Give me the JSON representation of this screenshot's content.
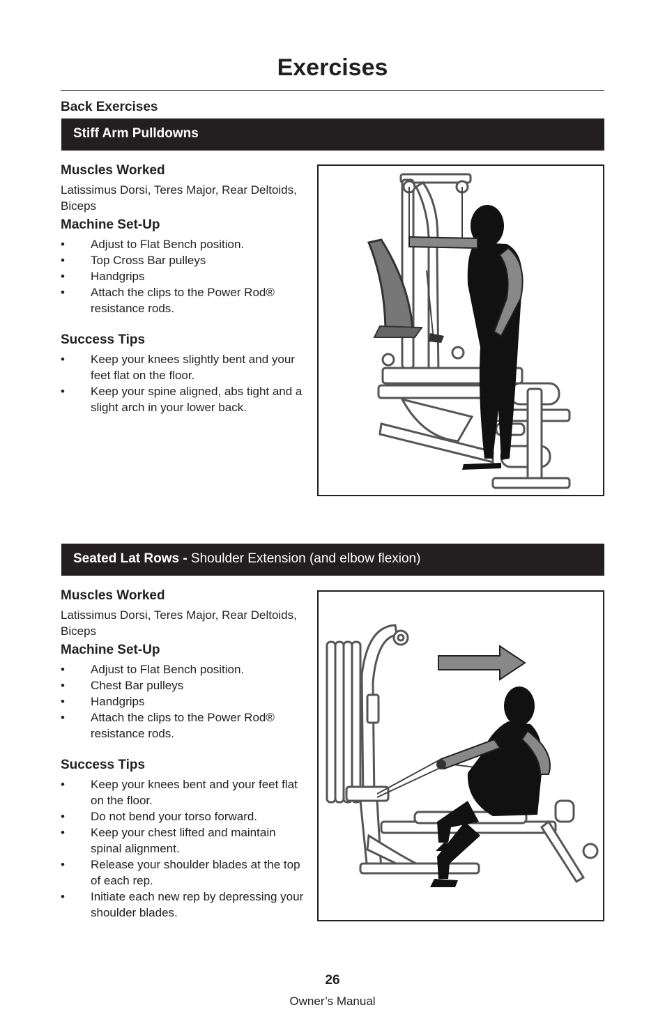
{
  "page": {
    "title": "Exercises",
    "section_heading": "Back Exercises"
  },
  "exercise1": {
    "banner_bold": "Stiff Arm Pulldowns",
    "muscles_heading": "Muscles Worked",
    "muscles_text": "Latissimus Dorsi, Teres Major, Rear Deltoids, Biceps",
    "setup_heading": "Machine Set-Up",
    "setup_items": [
      "Adjust to Flat Bench position.",
      "Top Cross Bar pulleys",
      "Handgrips",
      "Attach the clips to the Power Rod® resistance rods."
    ],
    "tips_heading": "Success Tips",
    "tips_items": [
      "Keep your knees slightly bent and your feet flat on the floor.",
      "Keep your spine aligned, abs tight and a slight arch in your lower back."
    ]
  },
  "exercise2": {
    "banner_bold": "Seated Lat Rows - ",
    "banner_rest": "Shoulder Extension (and elbow flexion)",
    "muscles_heading": "Muscles Worked",
    "muscles_text": "Latissimus Dorsi, Teres Major, Rear Deltoids, Biceps",
    "setup_heading": "Machine Set-Up",
    "setup_items": [
      "Adjust to Flat Bench position.",
      "Chest Bar pulleys",
      "Handgrips",
      "Attach the clips to the Power Rod® resistance rods."
    ],
    "tips_heading": "Success Tips",
    "tips_items": [
      "Keep your knees bent and your feet flat on the floor.",
      "Do not bend your torso forward.",
      "Keep your chest lifted and maintain spinal alignment.",
      "Release your shoulder blades at the top of each rep.",
      "Initiate each new rep by depressing your shoulder blades."
    ]
  },
  "footer": {
    "page_number": "26",
    "text": "Owner’s Manual"
  }
}
